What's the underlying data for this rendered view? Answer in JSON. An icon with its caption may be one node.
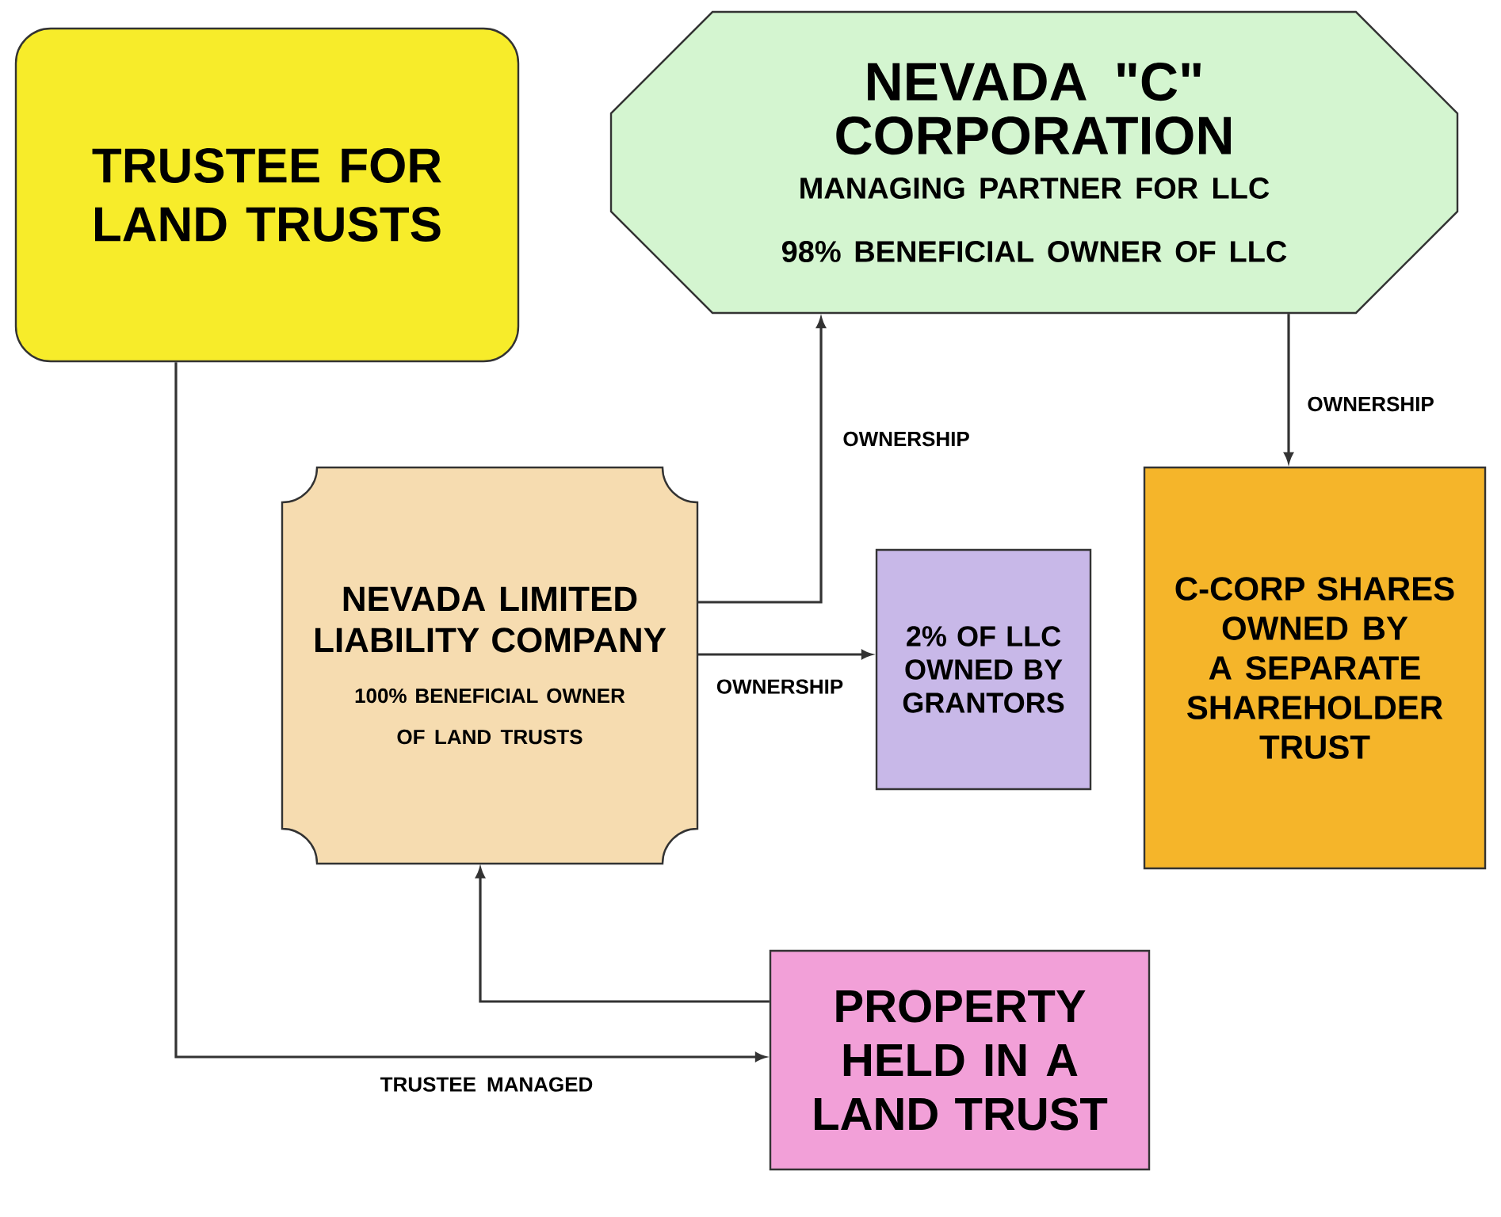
{
  "diagram": {
    "nodes": [
      {
        "text": [
          "TRUSTEE FOR LAND TRUSTS"
        ]
      },
      {
        "text": [
          "NEVADA \"C\" CORPORATION",
          "MANAGING PARTNER FOR LLC",
          "98% BENEFICIAL OWNER OF LLC"
        ]
      },
      {
        "text": [
          "NEVADA LIMITED LIABILITY COMPANY",
          "100% BENEFICIAL OWNER OF LAND TRUSTS"
        ]
      },
      {
        "text": [
          "2% OF LLC OWNED BY GRANTORS"
        ]
      },
      {
        "text": [
          "C-CORP SHARES OWNED BY A SEPARATE SHAREHOLDER TRUST"
        ]
      },
      {
        "text": [
          "PROPERTY HELD IN A LAND TRUST"
        ]
      }
    ],
    "edges": [
      {
        "from": 0,
        "to": 5,
        "arrow": "to",
        "label": "TRUSTEE MANAGED"
      },
      {
        "from": 2,
        "to": 1,
        "arrow": "to",
        "label": "OWNERSHIP"
      },
      {
        "from": 2,
        "to": 3,
        "arrow": "to",
        "label": "OWNERSHIP"
      },
      {
        "from": 1,
        "to": 4,
        "arrow": "to",
        "label": "OWNERSHIP"
      },
      {
        "from": 5,
        "to": 2,
        "arrow": "to"
      }
    ]
  }
}
